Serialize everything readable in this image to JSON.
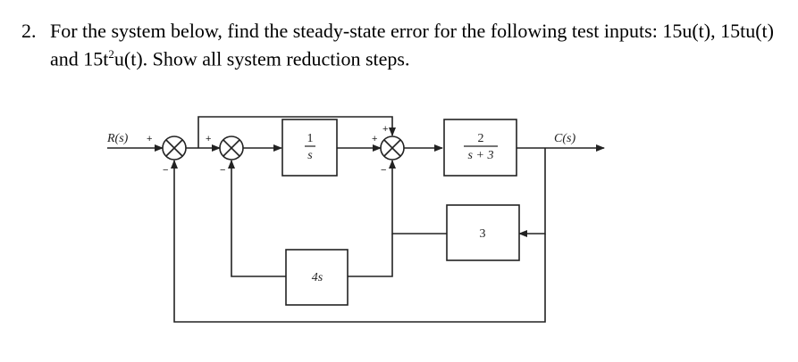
{
  "question": {
    "number": "2.",
    "line1": "For the system below, find the steady-state error for the following test inputs: 15u(t), 15tu(t)",
    "line2_pre": "and 15t",
    "line2_sup": "2",
    "line2_post": "u(t). Show all system reduction steps."
  },
  "diagram": {
    "input_label": "R(s)",
    "output_label": "C(s)",
    "block_integrator": {
      "num": "1",
      "den": "s"
    },
    "block_forward": {
      "num": "2",
      "den": "s + 3"
    },
    "block_feedback_inner": "3",
    "block_feedback_rate": "4s",
    "signs": {
      "sum1_in": "+",
      "sum1_fb": "−",
      "sum2_in": "+",
      "sum2_fb": "−",
      "sum3_in": "+",
      "sum3_top": "+",
      "sum3_fb": "−"
    }
  }
}
